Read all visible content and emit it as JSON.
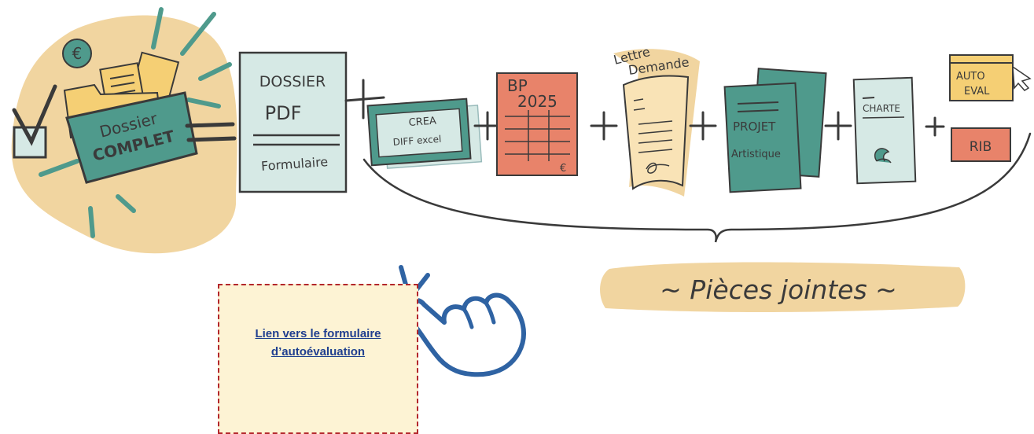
{
  "colors": {
    "blob": "#f1d5a0",
    "teal": "#4f9a8c",
    "paleTeal": "#d6e9e5",
    "salmon": "#e8836a",
    "yellow": "#f5cf74",
    "cream": "#f9e3b6",
    "ink": "#3a3a3a",
    "hand": "#2f63a3",
    "linkBorder": "#b3262b",
    "linkBg": "#fdf3d4"
  },
  "icons": [
    "check-icon",
    "euro-icon",
    "pointing-hand-icon",
    "signature-icon",
    "cursor-icon"
  ],
  "diagram": {
    "folder": {
      "line1": "Dossier",
      "line2": "COMPLET",
      "currency": "€"
    },
    "equals": "=",
    "pdf": {
      "line1": "DOSSIER",
      "line2": "PDF",
      "line3": "Formulaire"
    },
    "plus": "+",
    "crea": {
      "line1": "CREA",
      "line2": "DIFF excel"
    },
    "bp": {
      "line1": "BP",
      "line2": "2025",
      "currency": "€"
    },
    "lettre": {
      "line1": "Lettre",
      "line2": "Demande"
    },
    "projet": {
      "line1": "PROJET",
      "line2": "Artistique"
    },
    "charte": {
      "title": "CHARTE"
    },
    "autoeval": {
      "line1": "AUTO",
      "line2": "EVAL"
    },
    "rib": {
      "title": "RIB"
    },
    "caption": "~ Pièces jointes ~"
  },
  "link": {
    "label": "Lien vers le formulaire d’autoévaluation"
  }
}
